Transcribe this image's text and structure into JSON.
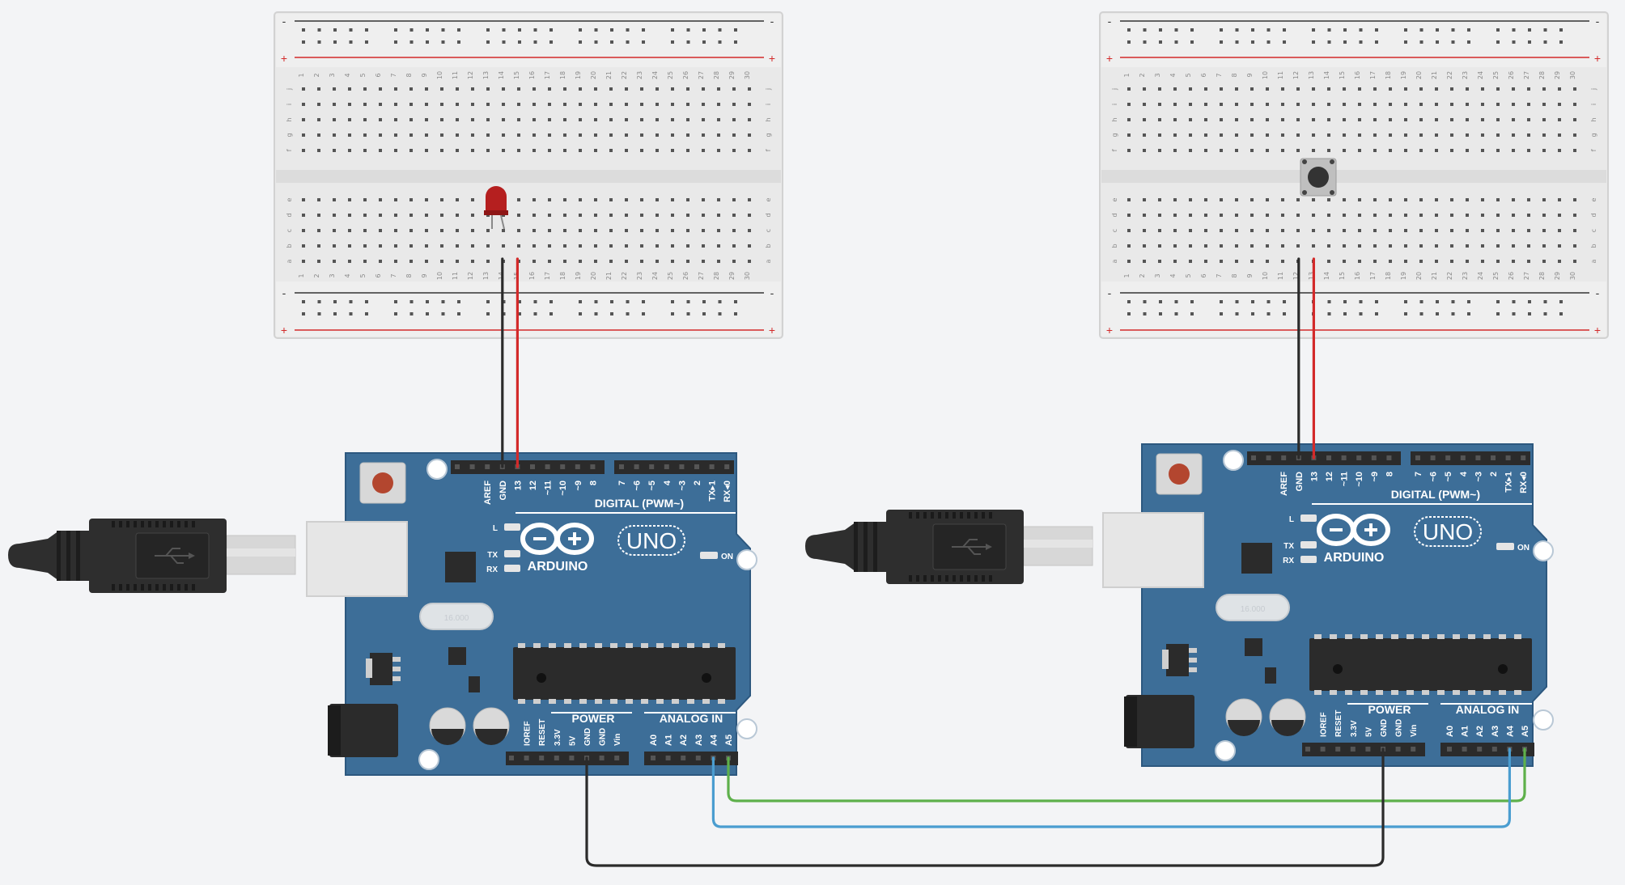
{
  "colors": {
    "background": "#f3f4f6",
    "board": "#3d6e98",
    "board_dark": "#2d587f",
    "breadboard": "#e9e9e9",
    "wire_black": "#2b2b2b",
    "wire_red": "#d32a2a",
    "wire_green": "#5eb04b",
    "wire_blue": "#4a9dd0",
    "led": "#b51f1f",
    "usb_cable": "#2e2e2e"
  },
  "breadboards": [
    {
      "name": "breadboard-left",
      "component": "LED",
      "columns": [
        "1",
        "2",
        "3",
        "4",
        "5",
        "6",
        "7",
        "8",
        "9",
        "10",
        "11",
        "12",
        "13",
        "14",
        "15",
        "16",
        "17",
        "18",
        "19",
        "20",
        "21",
        "22",
        "23",
        "24",
        "25",
        "26",
        "27",
        "28",
        "29",
        "30"
      ],
      "rows_top": [
        "j",
        "i",
        "h",
        "g",
        "f"
      ],
      "rows_bottom": [
        "e",
        "d",
        "c",
        "b",
        "a"
      ],
      "rail_minus": "-",
      "rail_plus": "+"
    },
    {
      "name": "breadboard-right",
      "component": "pushbutton",
      "columns": [
        "1",
        "2",
        "3",
        "4",
        "5",
        "6",
        "7",
        "8",
        "9",
        "10",
        "11",
        "12",
        "13",
        "14",
        "15",
        "16",
        "17",
        "18",
        "19",
        "20",
        "21",
        "22",
        "23",
        "24",
        "25",
        "26",
        "27",
        "28",
        "29",
        "30"
      ],
      "rows_top": [
        "j",
        "i",
        "h",
        "g",
        "f"
      ],
      "rows_bottom": [
        "e",
        "d",
        "c",
        "b",
        "a"
      ],
      "rail_minus": "-",
      "rail_plus": "+"
    }
  ],
  "arduinos": [
    {
      "name": "arduino-left",
      "brand": "ARDUINO",
      "model": "UNO",
      "digital_title": "DIGITAL (PWM~)",
      "digital_pins_a": [
        "AREF",
        "GND",
        "13",
        "12",
        "~11",
        "~10",
        "~9",
        "8"
      ],
      "digital_pins_b": [
        "7",
        "~6",
        "~5",
        "4",
        "~3",
        "2",
        "TX▸1",
        "RX◂0"
      ],
      "power_title": "POWER",
      "power_pins": [
        "IOREF",
        "RESET",
        "3.3V",
        "5V",
        "GND",
        "GND",
        "Vin"
      ],
      "analog_title": "ANALOG IN",
      "analog_pins": [
        "A0",
        "A1",
        "A2",
        "A3",
        "A4",
        "A5"
      ],
      "led_labels": [
        "L",
        "TX",
        "RX"
      ],
      "on_label": "ON",
      "crystal_label": "16.000"
    },
    {
      "name": "arduino-right",
      "brand": "ARDUINO",
      "model": "UNO",
      "digital_title": "DIGITAL (PWM~)",
      "digital_pins_a": [
        "AREF",
        "GND",
        "13",
        "12",
        "~11",
        "~10",
        "~9",
        "8"
      ],
      "digital_pins_b": [
        "7",
        "~6",
        "~5",
        "4",
        "~3",
        "2",
        "TX▸1",
        "RX◂0"
      ],
      "power_title": "POWER",
      "power_pins": [
        "IOREF",
        "RESET",
        "3.3V",
        "5V",
        "GND",
        "GND",
        "Vin"
      ],
      "analog_title": "ANALOG IN",
      "analog_pins": [
        "A0",
        "A1",
        "A2",
        "A3",
        "A4",
        "A5"
      ],
      "led_labels": [
        "L",
        "TX",
        "RX"
      ],
      "on_label": "ON",
      "crystal_label": "16.000"
    }
  ],
  "wires": [
    {
      "name": "wire-left-gnd",
      "color": "black",
      "from": "arduino-left GND",
      "to": "breadboard-left LED cathode"
    },
    {
      "name": "wire-left-13",
      "color": "red",
      "from": "arduino-left 13",
      "to": "breadboard-left LED anode"
    },
    {
      "name": "wire-right-gnd",
      "color": "black",
      "from": "arduino-right GND",
      "to": "breadboard-right button"
    },
    {
      "name": "wire-right-13",
      "color": "red",
      "from": "arduino-right 13",
      "to": "breadboard-right button"
    },
    {
      "name": "wire-sda",
      "color": "blue",
      "from": "arduino-left A4",
      "to": "arduino-right A4"
    },
    {
      "name": "wire-scl",
      "color": "green",
      "from": "arduino-left A5",
      "to": "arduino-right A5"
    },
    {
      "name": "wire-gnd-shared",
      "color": "black",
      "from": "arduino-left GND",
      "to": "arduino-right GND"
    }
  ]
}
